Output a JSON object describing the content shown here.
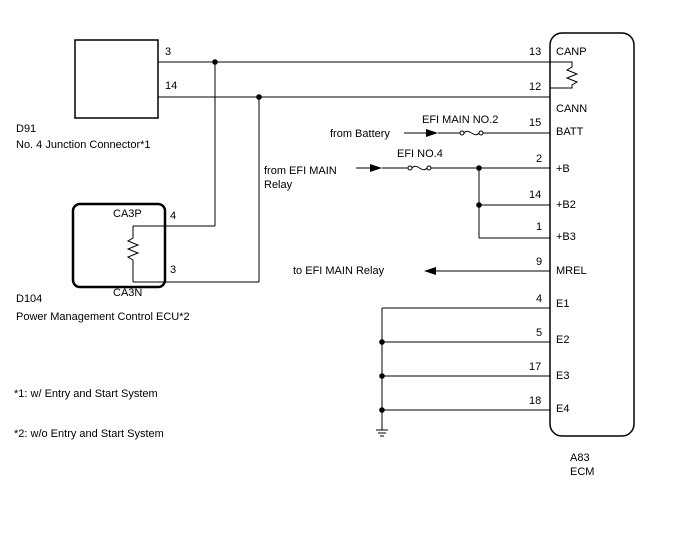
{
  "junction_connector": {
    "code": "D91",
    "name": "No. 4 Junction Connector*1",
    "pin_canp": "3",
    "pin_cann": "14"
  },
  "pm_ecu": {
    "code": "D104",
    "name": "Power Management Control ECU*2",
    "terminal_high": "CA3P",
    "terminal_low": "CA3N",
    "pin_high": "4",
    "pin_low": "3"
  },
  "ecm": {
    "code": "A83",
    "name": "ECM",
    "terminals": [
      {
        "pin": "13",
        "label": "CANP"
      },
      {
        "pin": "12",
        "label": "CANN"
      },
      {
        "pin": "15",
        "label": "BATT"
      },
      {
        "pin": "2",
        "label": "+B"
      },
      {
        "pin": "14",
        "label": "+B2"
      },
      {
        "pin": "1",
        "label": "+B3"
      },
      {
        "pin": "9",
        "label": "MREL"
      },
      {
        "pin": "4",
        "label": "E1"
      },
      {
        "pin": "5",
        "label": "E2"
      },
      {
        "pin": "17",
        "label": "E3"
      },
      {
        "pin": "18",
        "label": "E4"
      }
    ]
  },
  "labels": {
    "efi_main_no2": "EFI MAIN NO.2",
    "from_battery": "from Battery",
    "efi_no4": "EFI NO.4",
    "from_efi_main_line1": "from EFI MAIN",
    "from_efi_main_line2": "Relay",
    "to_efi_main_relay": "to EFI MAIN Relay"
  },
  "notes": [
    "*1: w/ Entry and Start System",
    "*2: w/o Entry and Start System"
  ]
}
